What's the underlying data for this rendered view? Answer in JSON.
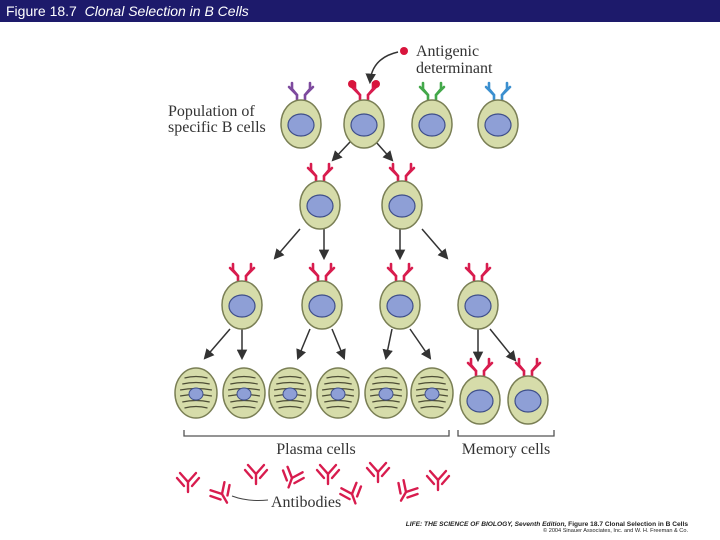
{
  "title": {
    "number": "Figure 18.7",
    "caption": "Clonal Selection in B Cells"
  },
  "labels": {
    "antigenic_determinant": [
      "Antigenic",
      "determinant"
    ],
    "population": [
      "Population of",
      "specific B cells"
    ],
    "plasma_cells": "Plasma cells",
    "memory_cells": "Memory cells",
    "antibodies": "Antibodies"
  },
  "credit": {
    "book": "LIFE: THE SCIENCE OF BIOLOGY, Seventh Edition,",
    "figure": "Figure 18.7 Clonal Selection in B Cells",
    "copyright": "© 2004 Sinauer Associates, Inc. and W. H. Freeman & Co."
  },
  "colors": {
    "title_bar": "#1d1a6b",
    "cell_body": "#d6dcaa",
    "cell_outline": "#7a7f55",
    "nucleus": "#8e9fd6",
    "nucleus_outline": "#3f4f8a",
    "receptor_selected": "#d81c4e",
    "receptor_purple": "#7d4a9e",
    "receptor_green": "#43a84a",
    "receptor_blue": "#3b8fcf",
    "antigen": "#d8143c",
    "arrow": "#333333"
  }
}
